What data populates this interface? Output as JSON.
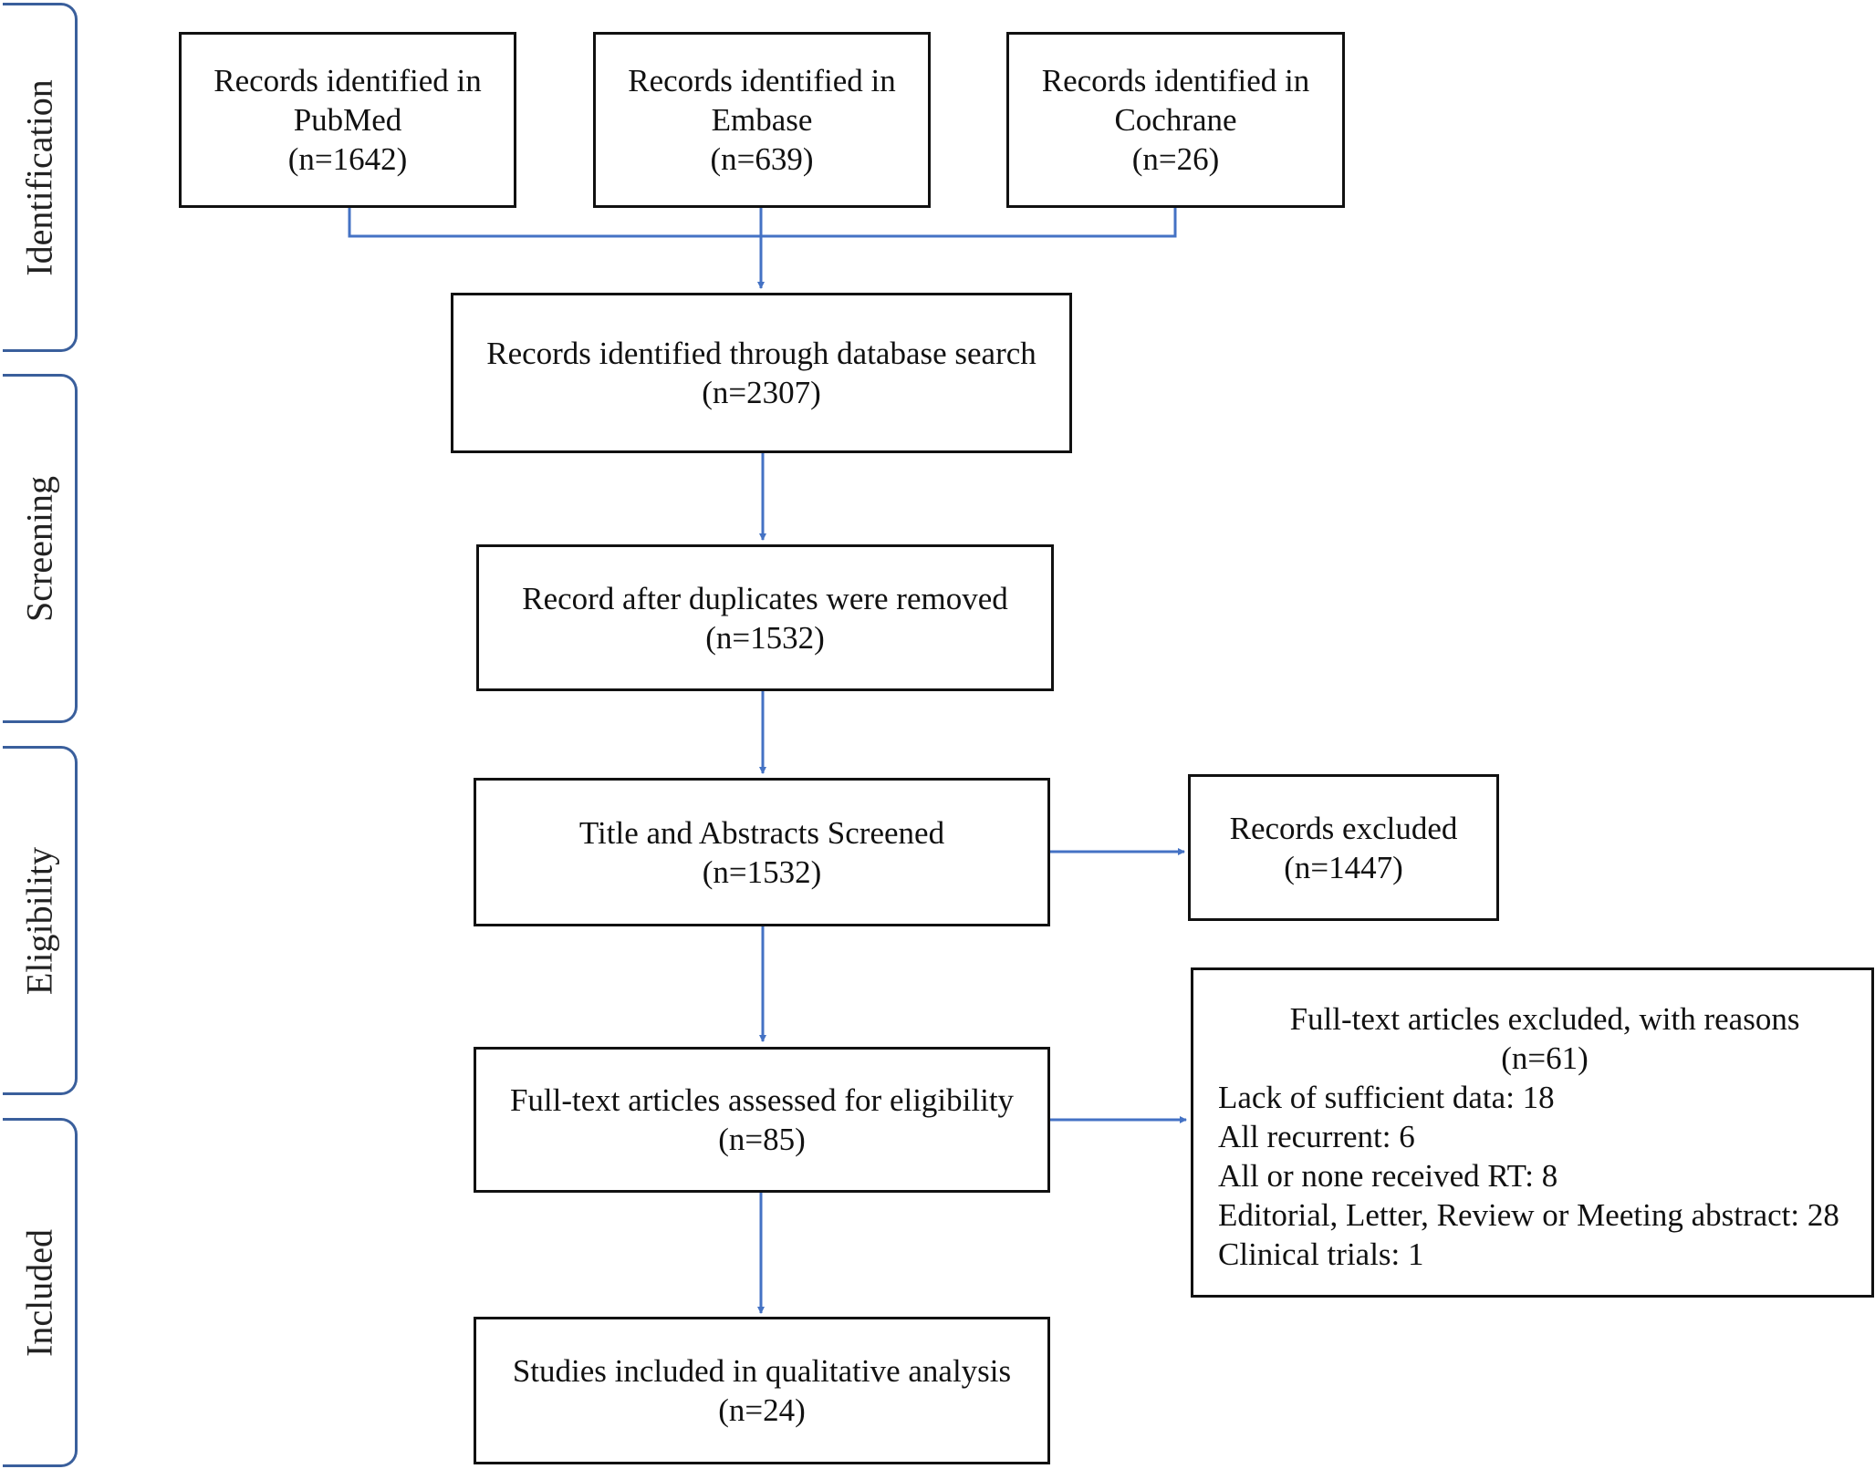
{
  "stages": [
    "Identification",
    "Screening",
    "Eligibility",
    "Included"
  ],
  "colors": {
    "arrow": "#4472c4",
    "tab_border": "#3a5f9c",
    "box_border": "#111111"
  },
  "boxes": {
    "pubmed": {
      "line1": "Records identified in",
      "line2": "PubMed",
      "line3": "(n=1642)"
    },
    "embase": {
      "line1": "Records identified in",
      "line2": "Embase",
      "line3": "(n=639)"
    },
    "cochrane": {
      "line1": "Records identified in",
      "line2": "Cochrane",
      "line3": "(n=26)"
    },
    "database_search": {
      "line1": "Records identified through database search",
      "line2": "(n=2307)"
    },
    "duplicates_removed": {
      "line1": "Record after duplicates were removed",
      "line2": "(n=1532)"
    },
    "screened": {
      "line1": "Title and Abstracts Screened",
      "line2": "(n=1532)"
    },
    "excluded": {
      "line1": "Records excluded",
      "line2": "(n=1447)"
    },
    "fulltext": {
      "line1": "Full-text articles assessed for eligibility",
      "line2": "(n=85)"
    },
    "fulltext_excluded": {
      "title": "Full-text articles excluded, with reasons",
      "count": "(n=61)",
      "reasons": [
        "Lack of sufficient data: 18",
        "All recurrent: 6",
        "All or none received RT: 8",
        "Editorial, Letter, Review or Meeting abstract: 28",
        "Clinical trials: 1"
      ]
    },
    "included": {
      "line1": "Studies included in qualitative analysis",
      "line2": "(n=24)"
    }
  }
}
